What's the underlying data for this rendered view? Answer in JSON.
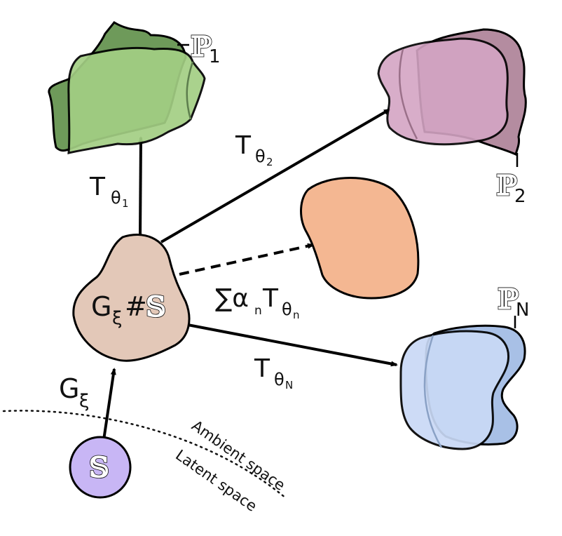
{
  "labels": {
    "center_main": "G",
    "center_sub": "ξ",
    "center_hash": "#",
    "center_set": "𝕊",
    "source_set": "𝕊",
    "g_main": "G",
    "g_sub": "ξ",
    "t1_main": "T",
    "t1_sub": "θ",
    "t1_subsub": "1",
    "t2_main": "T",
    "t2_sub": "θ",
    "t2_subsub": "2",
    "tn_main": "T",
    "tn_sub": "θ",
    "tn_subsub": "N",
    "sum_main": "∑α",
    "sum_n": "n",
    "sum_T": "T",
    "sum_theta": "θ",
    "sum_theta_n": "n",
    "p1_main": "ℙ",
    "p1_sub": "1",
    "p2_main": "ℙ",
    "p2_sub": "2",
    "pn_main": "ℙ",
    "pn_sub": "N",
    "ambient_space": "Ambient space",
    "latent_space": "Latent space"
  },
  "colors": {
    "green_dark": "#6e9a5a",
    "green_light": "#a3cf84",
    "green_pale": "#c8e6b0",
    "purple_dark": "#b48ca0",
    "purple_light": "#d4a5c4",
    "purple_pale": "#e6c6dd",
    "blue_dark": "#a8c0e6",
    "blue_light": "#c9d9f6",
    "orange": "#f4b792",
    "tan": "#e3c8b8",
    "latent": "#c8b6f5"
  }
}
